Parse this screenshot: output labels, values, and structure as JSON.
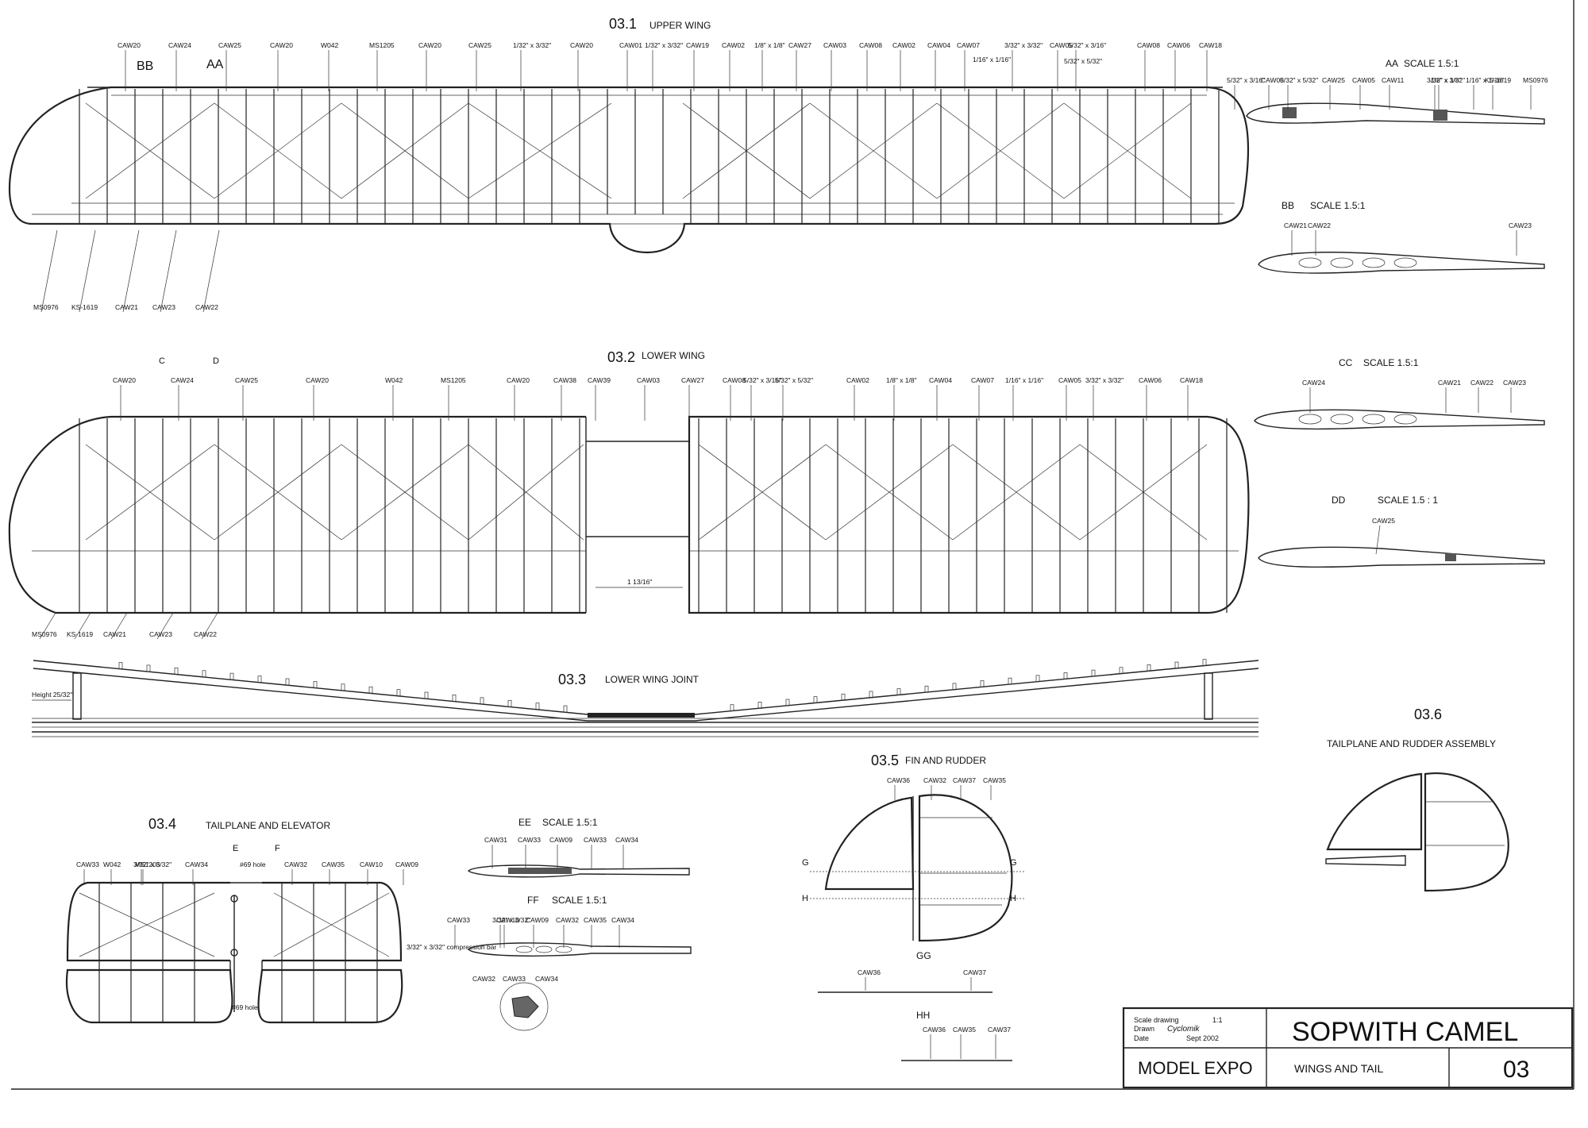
{
  "sections": {
    "upper_wing": {
      "num": "03.1",
      "title": "UPPER WING"
    },
    "lower_wing": {
      "num": "03.2",
      "title": "LOWER WING"
    },
    "lower_wing_joint": {
      "num": "03.3",
      "title": "LOWER WING JOINT",
      "height_label": "Height 25/32\""
    },
    "tailplane_elevator": {
      "num": "03.4",
      "title": "TAILPLANE AND ELEVATOR",
      "hole_top": "#69 hole",
      "hole_bottom": "#69 hole",
      "compression_bar": "3/32\" x 3/32\" compression bar"
    },
    "fin_rudder": {
      "num": "03.5",
      "title": "FIN AND RUDDER"
    },
    "tail_assembly": {
      "num": "03.6",
      "title": "TAILPLANE AND RUDDER ASSEMBLY"
    }
  },
  "section_views": {
    "aa": {
      "id": "AA",
      "scale": "SCALE 1.5:1"
    },
    "bb": {
      "id": "BB",
      "scale": "SCALE 1.5:1"
    },
    "cc": {
      "id": "CC",
      "scale": "SCALE 1.5:1"
    },
    "dd": {
      "id": "DD",
      "scale": "SCALE 1.5 : 1"
    },
    "ee": {
      "id": "EE",
      "scale": "SCALE 1.5:1"
    },
    "ff": {
      "id": "FF",
      "scale": "SCALE 1.5:1"
    },
    "gg": {
      "id": "GG"
    },
    "hh": {
      "id": "HH"
    }
  },
  "markers": {
    "bb": "BB",
    "aa": "AA",
    "c": "C",
    "d": "D",
    "e": "E",
    "f": "F",
    "g": "G",
    "h": "H"
  },
  "dimension_lower": "1 13/16\"",
  "labels": {
    "upper_top": [
      "CAW20",
      "CAW24",
      "CAW25",
      "CAW20",
      "W042",
      "MS1205",
      "CAW20",
      "CAW25",
      "1/32\" x 3/32\"",
      "CAW20",
      "CAW01",
      "1/32\" x 3/32\"",
      "CAW19",
      "CAW02",
      "1/8\" x 1/8\"",
      "CAW27",
      "CAW03",
      "CAW08",
      "CAW02",
      "CAW04",
      "CAW07",
      "3/32\" x 3/32\"",
      "CAW05",
      "5/32\" x 3/16\"",
      "CAW08",
      "CAW06",
      "CAW18"
    ],
    "upper_top_extra": [
      "1/16\" x 1/16\"",
      "5/32\" x 5/32\""
    ],
    "upper_bottom": [
      "MS0976",
      "KS-1619",
      "CAW21",
      "CAW23",
      "CAW22"
    ],
    "lower_top": [
      "CAW20",
      "CAW24",
      "CAW25",
      "CAW20",
      "W042",
      "MS1205",
      "CAW20",
      "CAW38",
      "CAW39",
      "CAW03",
      "CAW27",
      "CAW08",
      "5/32\" x 3/16\"",
      "5/32\" x 5/32\"",
      "CAW02",
      "1/8\" x 1/8\"",
      "CAW04",
      "CAW07",
      "1/16\" x 1/16\"",
      "CAW05",
      "3/32\" x 3/32\"",
      "CAW06",
      "CAW18"
    ],
    "lower_bottom": [
      "MS0976",
      "KS-1619",
      "CAW21",
      "CAW23",
      "CAW22"
    ],
    "aa_labels": [
      "5/32\" x 3/16\"",
      "5/32\" x 5/32\"",
      "CAW08",
      "CAW25",
      "CAW05",
      "CAW11",
      "3/32\" x 3/32\"",
      "1/8\" x 1/8\"",
      "1/16\" x 1/16\"",
      "KS-1619",
      "MS0976"
    ],
    "bb_labels": [
      "CAW21",
      "CAW22",
      "CAW23"
    ],
    "cc_labels": [
      "CAW24",
      "CAW21",
      "CAW22",
      "CAW23"
    ],
    "dd_labels": [
      "CAW25"
    ],
    "tail_top": [
      "CAW33",
      "W042",
      "3/32\" x 3/32\"",
      "MS1205",
      "CAW34",
      "CAW32",
      "CAW35",
      "CAW10",
      "CAW09"
    ],
    "ee_labels": [
      "CAW31",
      "CAW33",
      "CAW09",
      "CAW33",
      "CAW34"
    ],
    "ff_labels": [
      "CAW33",
      "3/32\" x 3/32\"",
      "CAW10",
      "CAW09",
      "CAW32",
      "CAW35",
      "CAW34"
    ],
    "ff_detail": [
      "CAW32",
      "CAW33",
      "CAW34"
    ],
    "fin_labels": [
      "CAW36",
      "CAW32",
      "CAW37",
      "CAW35"
    ],
    "gg_labels": [
      "CAW36",
      "CAW37"
    ],
    "hh_labels": [
      "CAW36",
      "CAW35",
      "CAW37"
    ]
  },
  "title_block": {
    "scale_label": "Scale drawing",
    "scale_value": "1:1",
    "drawn_label": "Drawn",
    "drawn_sig": "Cyclomik",
    "date_label": "Date",
    "date_value": "Sept 2002",
    "title": "SOPWITH CAMEL",
    "company": "MODEL EXPO",
    "subtitle": "WINGS AND TAIL",
    "sheet": "03"
  }
}
